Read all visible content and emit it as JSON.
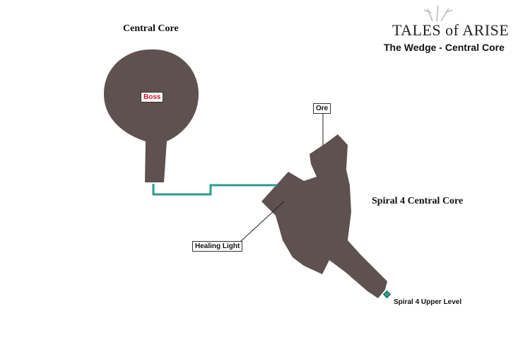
{
  "header": {
    "logo_text": "TALES of ARISE",
    "subtitle": "The Wedge - Central Core"
  },
  "areas": [
    {
      "name": "Central Core"
    },
    {
      "name": "Spiral 4 Central Core"
    }
  ],
  "markers": {
    "boss": "Boss",
    "ore": "Ore",
    "healing": "Healing Light"
  },
  "exits": [
    {
      "label": "Spiral 4 Upper Level"
    }
  ],
  "colors": {
    "room": "#5e5150",
    "path": "#2a9d8a",
    "boss_text": "#e0102a"
  }
}
